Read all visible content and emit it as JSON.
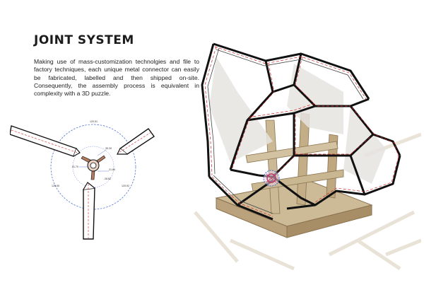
{
  "header": {
    "title": "JOINT SYSTEM",
    "description": "Making use of mass-customization technolgies and file to factory techniques, each unique metal connector can easily be fabricated, labelled and then shipped on-site. Consequently, the assembly process is equivalent in complexity with a 3D puzzle."
  },
  "joint_diagram": {
    "dimensions": {
      "top_arc": "120.51",
      "upper_right": "35.39",
      "center_left": "51.70",
      "center_right": "21.89",
      "lower_center": "28.82",
      "lower_left_arc": "120.05",
      "lower_right_arc": "120.92"
    },
    "colors": {
      "guide_circle": "#3a5fd0",
      "centerline": "#d02828",
      "connector_metal": "#b07a5e"
    }
  },
  "structure_render": {
    "colors": {
      "timber": "#c9b89a",
      "timber_dark": "#8a7350",
      "frame_line": "#111111",
      "highlight": "#c0346a"
    }
  }
}
